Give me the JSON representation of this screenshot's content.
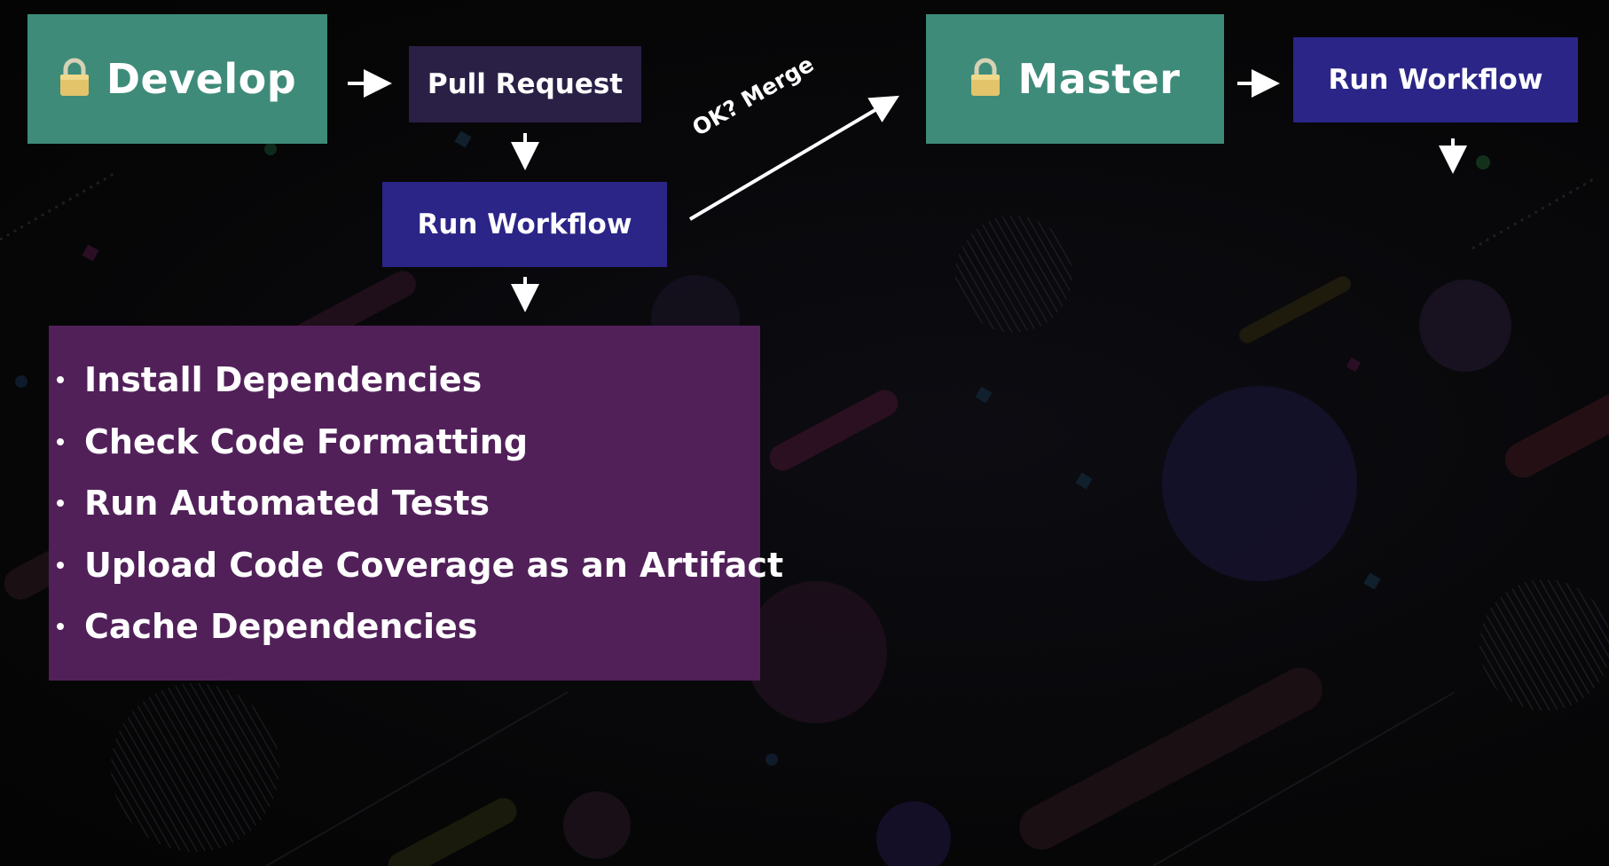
{
  "nodes": {
    "develop": {
      "label": "Develop",
      "icon": "lock-icon"
    },
    "pull_request": {
      "label": "Pull Request"
    },
    "run_workflow_pr": {
      "label": "Run Workflow"
    },
    "master": {
      "label": "Master",
      "icon": "lock-icon"
    },
    "run_workflow_master": {
      "label": "Run Workflow"
    }
  },
  "merge_label": "OK? Merge",
  "steps": [
    "Install Dependencies",
    "Check Code Formatting",
    "Run Automated Tests",
    "Upload Code Coverage as an Artifact",
    "Cache Dependencies"
  ],
  "colors": {
    "branch": "#3e8b79",
    "pull_request": "#2a2045",
    "workflow": "#2b2588",
    "steps_panel": "#512059",
    "background": "#090909"
  }
}
